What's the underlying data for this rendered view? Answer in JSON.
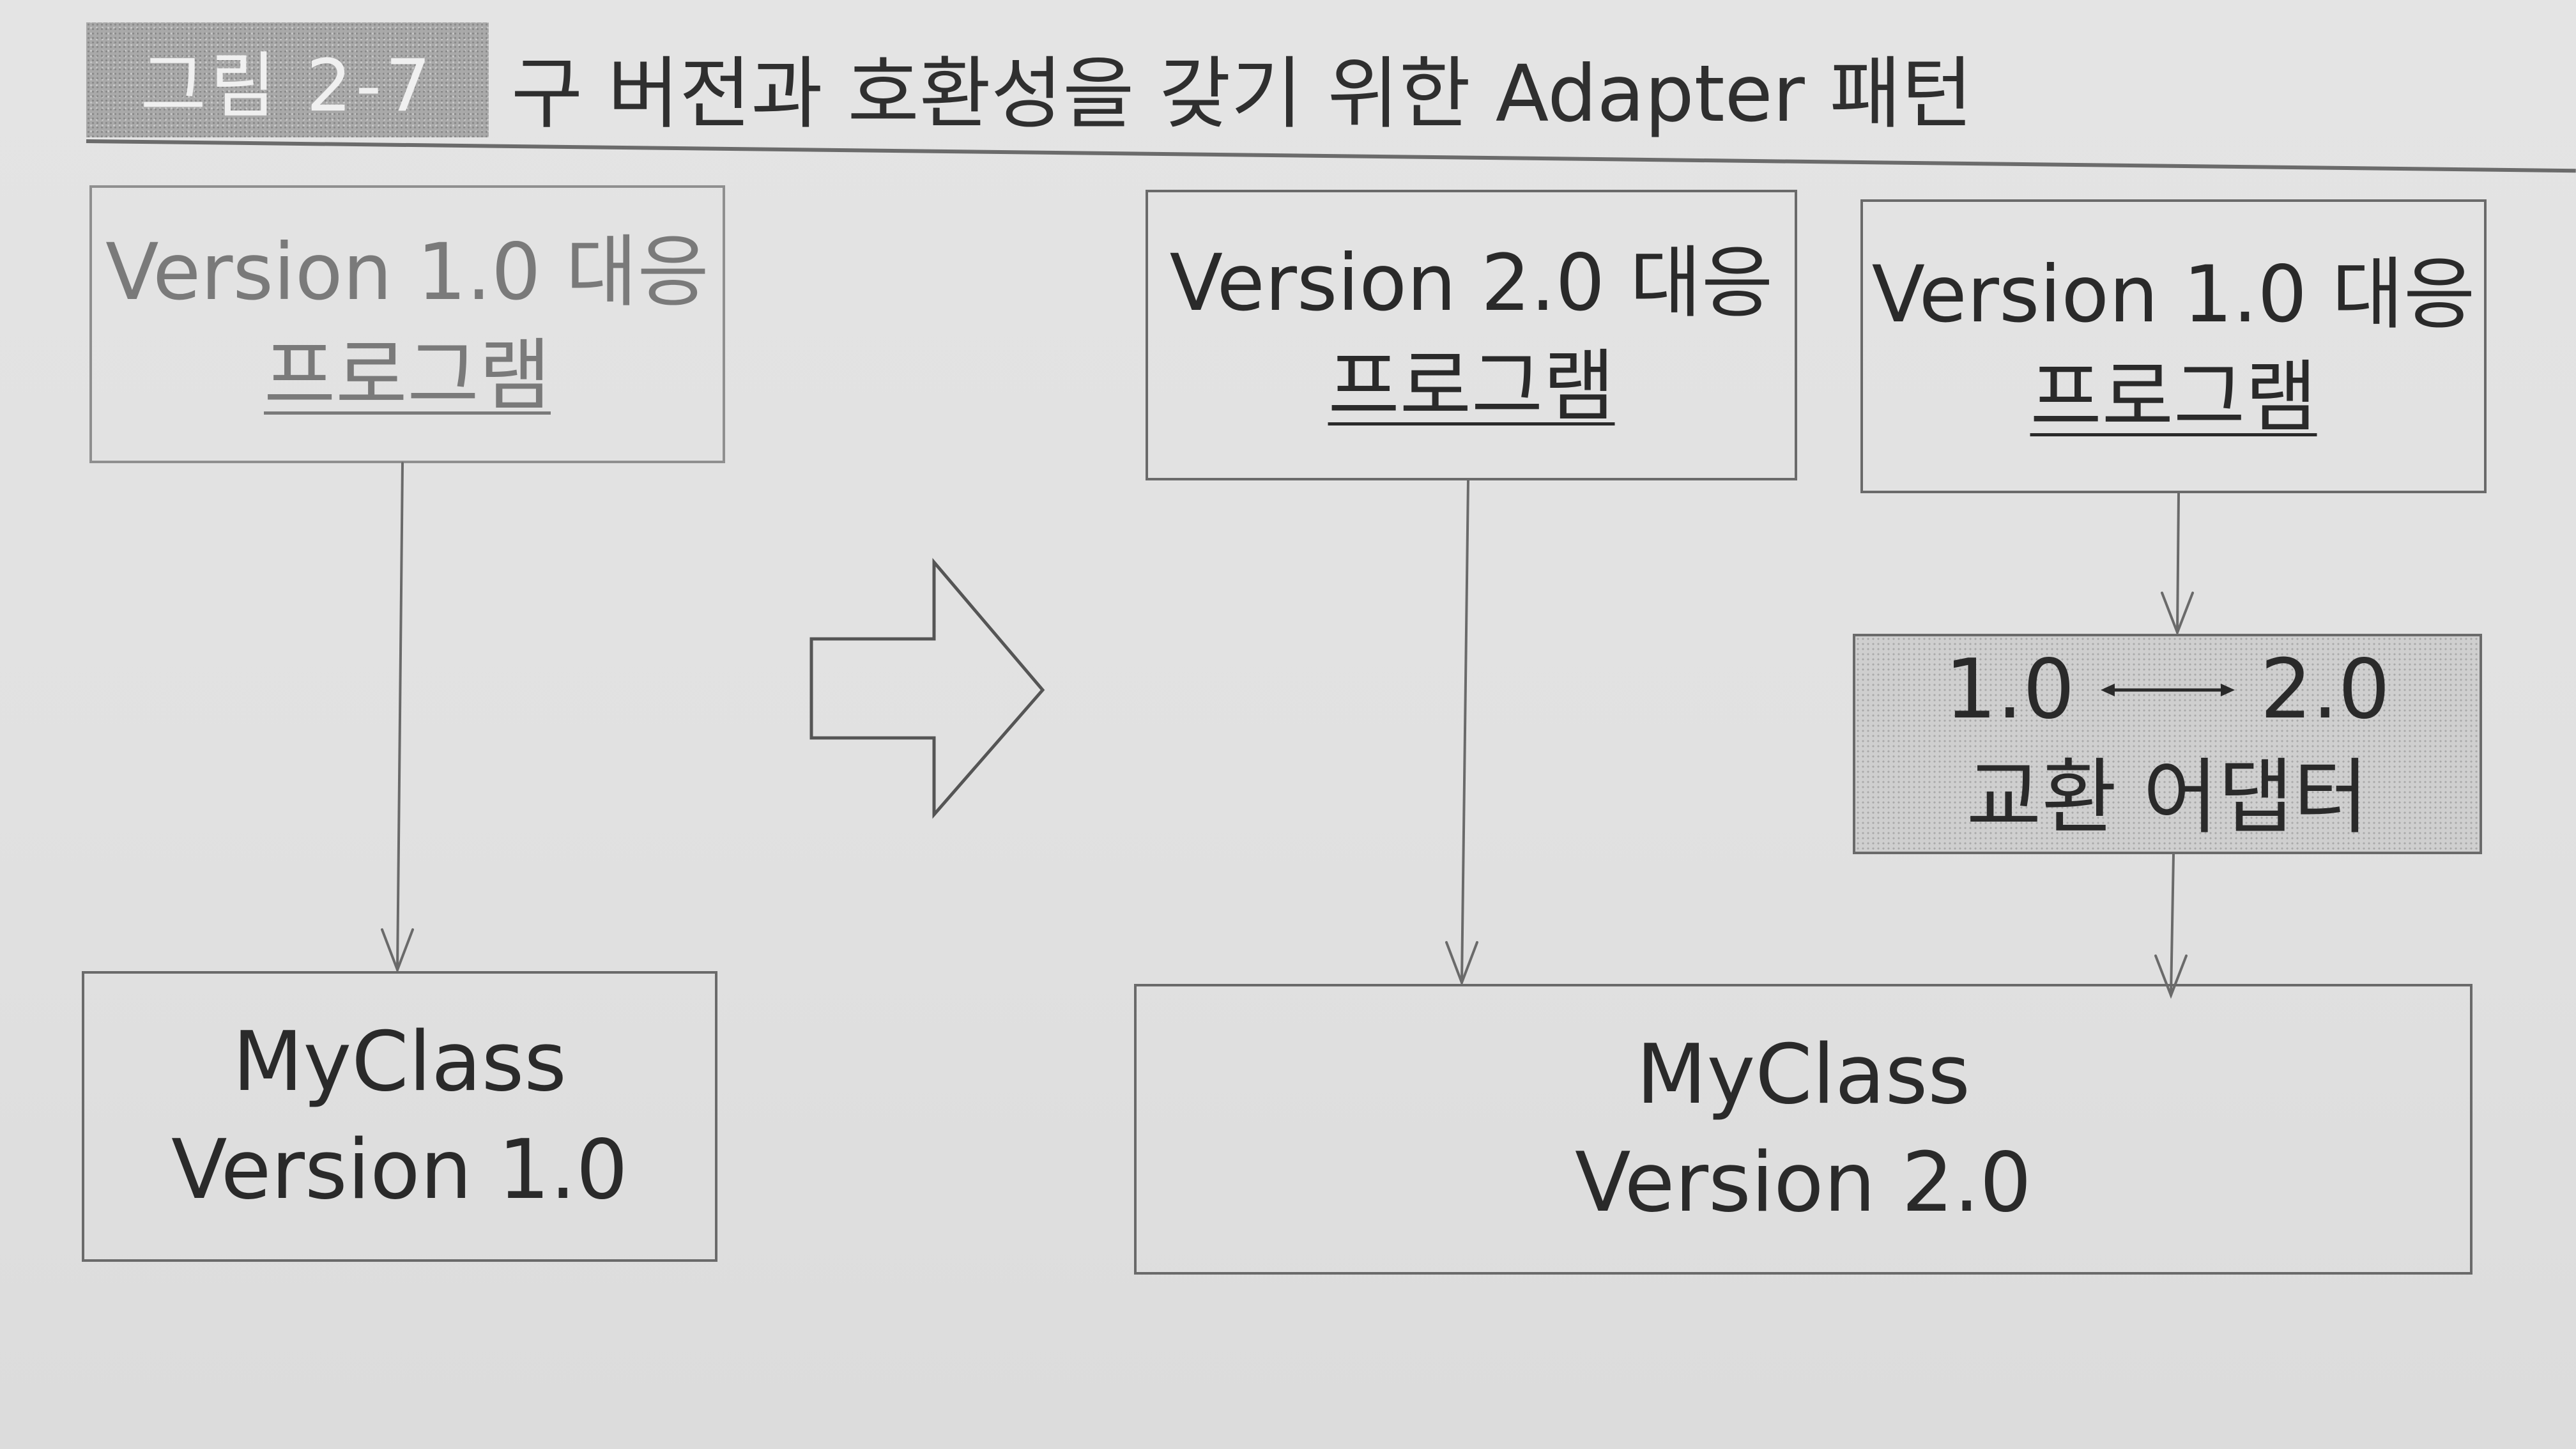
{
  "caption": {
    "label": "그림 2-7",
    "title": "구 버전과 호환성을 갖기 위한 Adapter 패턴"
  },
  "before": {
    "program": {
      "line1": "Version 1.0 대응",
      "line2": "프로그램"
    },
    "myclass": {
      "line1": "MyClass",
      "line2": "Version 1.0"
    }
  },
  "after": {
    "program_v2": {
      "line1": "Version 2.0 대응",
      "line2": "프로그램"
    },
    "program_v1": {
      "line1": "Version 1.0 대응",
      "line2": "프로그램"
    },
    "adapter": {
      "left": "1.0",
      "right": "2.0",
      "line2": "교환 어댑터"
    },
    "myclass": {
      "line1": "MyClass",
      "line2": "Version 2.0"
    }
  },
  "colors": {
    "background": "#e2e2e2",
    "line": "#6a6a6a",
    "adapter_fill": "#cfcfcf",
    "faded_text": "#7a7a7a"
  }
}
